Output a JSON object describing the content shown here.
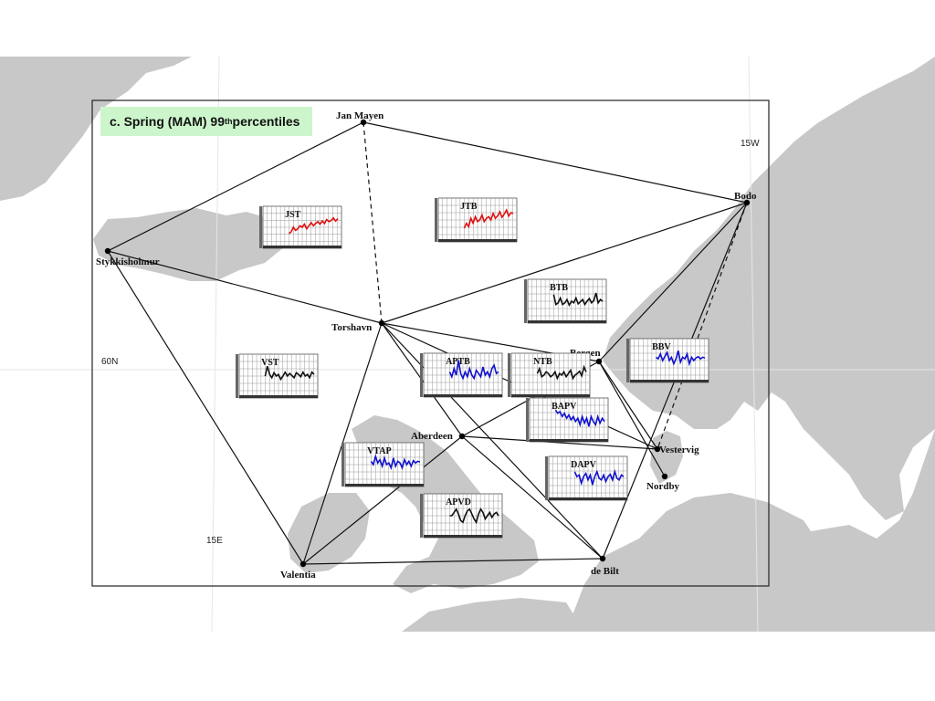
{
  "title": {
    "main": "c. Spring (MAM) 99",
    "sup": "th",
    "rest": " percentiles"
  },
  "grid_labels": {
    "lon_west": "15W",
    "lat": "60N",
    "lon_east": "15E"
  },
  "stations": {
    "jan_mayen": "Jan Mayen",
    "bodo": "Bodo",
    "stykkisholmur": "Stykkisholmur",
    "torshavn": "Torshavn",
    "bergen": "Bergen",
    "aberdeen": "Aberdeen",
    "vestervig": "Vestervig",
    "nordby": "Nordby",
    "valentia": "Valentia",
    "de_bilt": "de Bilt"
  },
  "panels": [
    {
      "id": "JST",
      "label": "JST",
      "color": "#e01010",
      "values": [
        0.3,
        0.35,
        0.5,
        0.4,
        0.45,
        0.55,
        0.5,
        0.6,
        0.45,
        0.55,
        0.65,
        0.55,
        0.62,
        0.68,
        0.6,
        0.7,
        0.62,
        0.75,
        0.68,
        0.72,
        0.8,
        0.7,
        0.78
      ]
    },
    {
      "id": "JTB",
      "label": "JTB",
      "color": "#e01010",
      "values": [
        0.25,
        0.4,
        0.3,
        0.55,
        0.4,
        0.6,
        0.45,
        0.5,
        0.65,
        0.45,
        0.55,
        0.6,
        0.5,
        0.7,
        0.55,
        0.62,
        0.75,
        0.58,
        0.68,
        0.8,
        0.62,
        0.72,
        0.7
      ]
    },
    {
      "id": "BTB",
      "label": "BTB",
      "color": "#111111",
      "values": [
        0.7,
        0.4,
        0.45,
        0.6,
        0.4,
        0.45,
        0.55,
        0.38,
        0.5,
        0.45,
        0.6,
        0.42,
        0.48,
        0.55,
        0.4,
        0.5,
        0.58,
        0.45,
        0.52,
        0.75,
        0.45,
        0.55,
        0.5
      ]
    },
    {
      "id": "VST",
      "label": "VST",
      "color": "#111111",
      "values": [
        0.5,
        0.8,
        0.55,
        0.45,
        0.6,
        0.5,
        0.55,
        0.4,
        0.5,
        0.62,
        0.5,
        0.58,
        0.52,
        0.45,
        0.6,
        0.55,
        0.48,
        0.62,
        0.5,
        0.55,
        0.45,
        0.62,
        0.55
      ]
    },
    {
      "id": "APTB",
      "label": "APTB",
      "color": "#1010d0",
      "values": [
        0.6,
        0.45,
        0.7,
        0.5,
        0.95,
        0.55,
        0.4,
        0.6,
        0.45,
        0.7,
        0.5,
        0.4,
        0.65,
        0.55,
        0.45,
        0.75,
        0.5,
        0.6,
        0.45,
        0.7,
        0.8,
        0.55,
        0.6
      ]
    },
    {
      "id": "NTB",
      "label": "NTB",
      "color": "#111111",
      "values": [
        0.55,
        0.7,
        0.45,
        0.5,
        0.6,
        0.55,
        0.45,
        0.5,
        0.6,
        0.4,
        0.55,
        0.5,
        0.6,
        0.45,
        0.55,
        0.65,
        0.4,
        0.5,
        0.55,
        0.62,
        0.48,
        0.75,
        0.6
      ]
    },
    {
      "id": "BBV",
      "label": "BBV",
      "color": "#1010d0",
      "values": [
        0.6,
        0.55,
        0.7,
        0.5,
        0.62,
        0.75,
        0.5,
        0.6,
        0.4,
        0.55,
        0.8,
        0.45,
        0.6,
        0.55,
        0.7,
        0.4,
        0.6,
        0.5,
        0.58,
        0.62,
        0.55,
        0.6,
        0.58
      ]
    },
    {
      "id": "BAPV",
      "label": "BAPV",
      "color": "#1010d0",
      "values": [
        0.8,
        0.7,
        0.75,
        0.6,
        0.7,
        0.55,
        0.65,
        0.5,
        0.6,
        0.45,
        0.55,
        0.35,
        0.6,
        0.4,
        0.55,
        0.3,
        0.6,
        0.45,
        0.35,
        0.6,
        0.4,
        0.55,
        0.45
      ]
    },
    {
      "id": "VTAP",
      "label": "VTAP",
      "color": "#1010d0",
      "values": [
        0.6,
        0.5,
        0.75,
        0.55,
        0.65,
        0.45,
        0.7,
        0.5,
        0.55,
        0.4,
        0.7,
        0.45,
        0.6,
        0.55,
        0.4,
        0.65,
        0.5,
        0.6,
        0.45,
        0.62,
        0.55,
        0.6,
        0.58
      ]
    },
    {
      "id": "DAPV",
      "label": "DAPV",
      "color": "#1010d0",
      "values": [
        0.7,
        0.55,
        0.6,
        0.35,
        0.55,
        0.65,
        0.45,
        0.6,
        0.3,
        0.55,
        0.7,
        0.5,
        0.45,
        0.6,
        0.4,
        0.55,
        0.62,
        0.45,
        0.7,
        0.5,
        0.45,
        0.6,
        0.55
      ]
    },
    {
      "id": "APVD",
      "label": "APVD",
      "color": "#111111",
      "values": [
        0.5,
        0.5,
        0.6,
        0.7,
        0.55,
        0.35,
        0.3,
        0.5,
        0.65,
        0.7,
        0.55,
        0.4,
        0.3,
        0.55,
        0.7,
        0.6,
        0.4,
        0.5,
        0.6,
        0.45,
        0.55,
        0.6,
        0.5
      ]
    }
  ],
  "colors": {
    "land": "#c8c8c8",
    "sea": "#ffffff",
    "title_bg": "#ccf5cc",
    "red_series": "#e01010",
    "blue_series": "#1010d0"
  }
}
